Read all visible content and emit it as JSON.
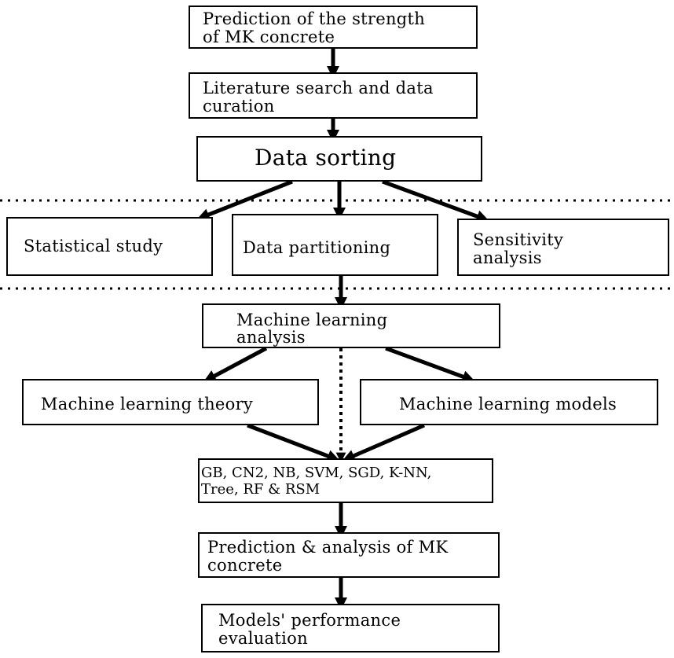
{
  "flowchart": {
    "step_prediction_goal": {
      "line1": "Prediction of the strength",
      "line2": "of MK concrete"
    },
    "step_literature": {
      "line1": "Literature search and data",
      "line2": "curation"
    },
    "step_sorting": {
      "label": "Data sorting"
    },
    "step_statistical": {
      "label": "Statistical study"
    },
    "step_partitioning": {
      "label": "Data partitioning"
    },
    "step_sensitivity": {
      "line1": "Sensitivity",
      "line2": "analysis"
    },
    "step_ml_analysis": {
      "line1": "Machine learning",
      "line2": "analysis"
    },
    "step_ml_theory": {
      "label": "Machine learning theory"
    },
    "step_ml_models": {
      "label": "Machine learning models"
    },
    "step_algorithms": {
      "line1": "GB, CN2, NB, SVM, SGD, K-NN,",
      "line2": "Tree, RF & RSM"
    },
    "step_prediction_analysis": {
      "line1": "Prediction & analysis of MK",
      "line2": "concrete"
    },
    "step_evaluation": {
      "line1": "Models' performance",
      "line2": "evaluation"
    }
  }
}
